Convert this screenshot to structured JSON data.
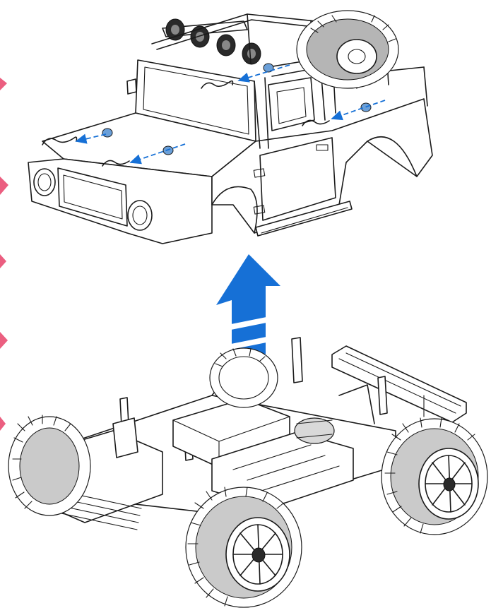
{
  "colors": {
    "line": "#1a1a1a",
    "arrow": "#1670d6",
    "edge_accent": "#e8436a",
    "background": "#ffffff"
  },
  "illustration": {
    "upper_part": "body-shell",
    "lower_part": "chassis",
    "direction": "up",
    "clip_count": 4,
    "pin_count": 4
  }
}
